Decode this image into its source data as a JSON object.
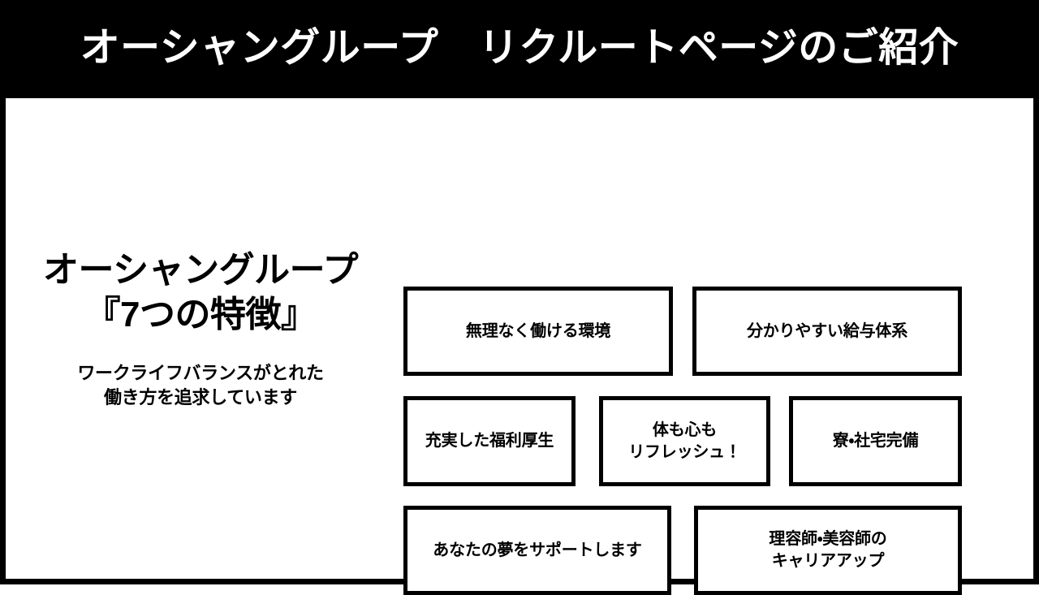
{
  "slide": {
    "header_title": "オーシャングループ　リクルートページのご紹介",
    "background_color": "#ffffff",
    "frame_color": "#000000",
    "header_text_color": "#ffffff"
  },
  "left": {
    "headline_line1": "オーシャングループ",
    "headline_line2": "『7つの特徴』",
    "subtext": "ワークライフバランスがとれた\n働き方を追求しています"
  },
  "features": {
    "row1": [
      {
        "label": "無理なく働ける環境"
      },
      {
        "label": "分かりやすい給与体系"
      }
    ],
    "row2": [
      {
        "label": "充実した福利厚生"
      },
      {
        "label": "体も心も\nリフレッシュ！"
      },
      {
        "label": "寮・社宅完備"
      }
    ],
    "row3": [
      {
        "label": "あなたの夢をサポートします"
      },
      {
        "label": "理容師・美容師の\nキャリアアップ"
      }
    ]
  }
}
